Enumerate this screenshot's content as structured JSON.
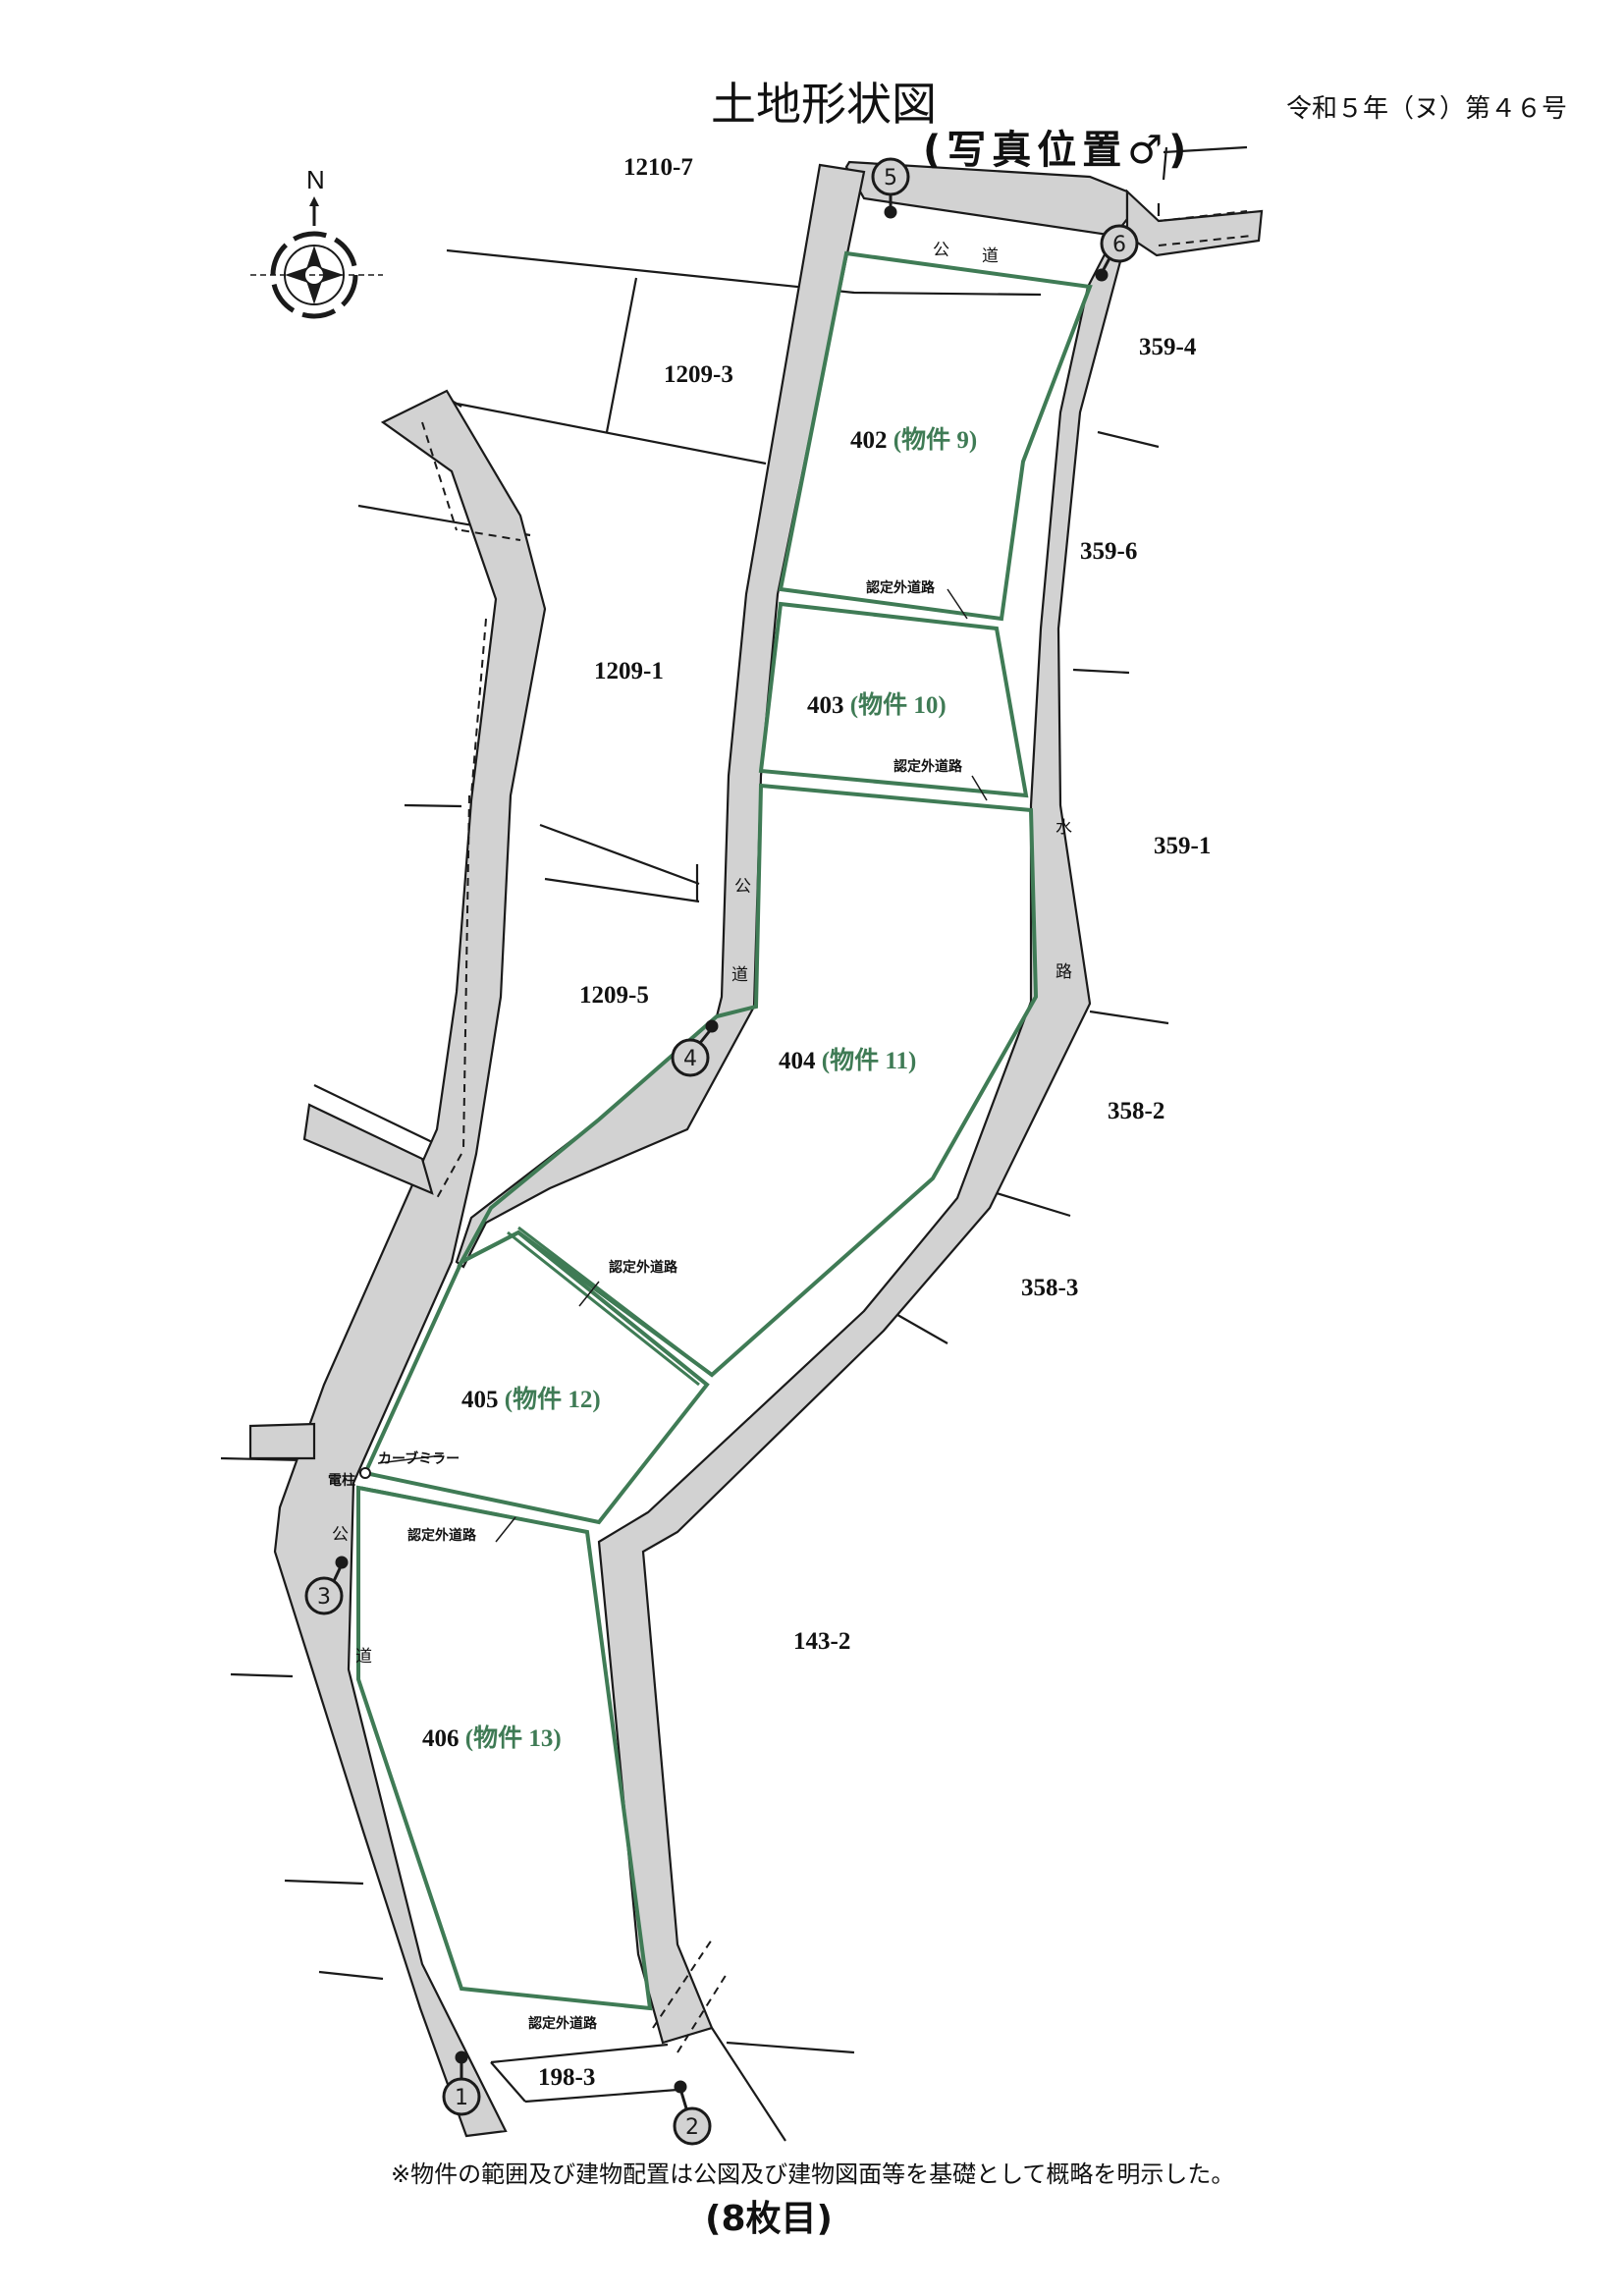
{
  "header": {
    "title": "土地形状図",
    "subtitle": "(写真位置♂)",
    "case_number": "令和５年（ヌ）第４６号"
  },
  "compass": {
    "label": "N"
  },
  "parcels": {
    "p1210_7": "1210-7",
    "p1209_3": "1209-3",
    "p1209_1": "1209-1",
    "p1209_5": "1209-5",
    "p359_4": "359-4",
    "p359_6": "359-6",
    "p359_1": "359-1",
    "p358_2": "358-2",
    "p358_3": "358-3",
    "p143_2": "143-2",
    "p198_3": "198-3"
  },
  "properties": [
    {
      "lot": "402",
      "label": "(物件 9)"
    },
    {
      "lot": "403",
      "label": "(物件 10)"
    },
    {
      "lot": "404",
      "label": "(物件 11)"
    },
    {
      "lot": "405",
      "label": "(物件 12)"
    },
    {
      "lot": "406",
      "label": "(物件 13)"
    }
  ],
  "road_labels": {
    "public_top_1": "公",
    "public_top_2": "道",
    "public_mid_1": "公",
    "public_mid_2": "道",
    "public_left_1": "公",
    "public_left_2": "道",
    "water_1": "水",
    "water_2": "路",
    "unrecognized": "認定外道路",
    "curve_mirror": "カーブミラー",
    "pole": "電柱"
  },
  "photo_positions": [
    "1",
    "2",
    "3",
    "4",
    "5",
    "6"
  ],
  "footer": {
    "note": "※物件の範囲及び建物配置は公図及び建物図面等を基礎として概略を明示した。",
    "sheet": "(8枚目)"
  },
  "colors": {
    "road_fill": "#d2d2d2",
    "boundary_green": "#3f7b55",
    "line": "#1a1a1a"
  }
}
